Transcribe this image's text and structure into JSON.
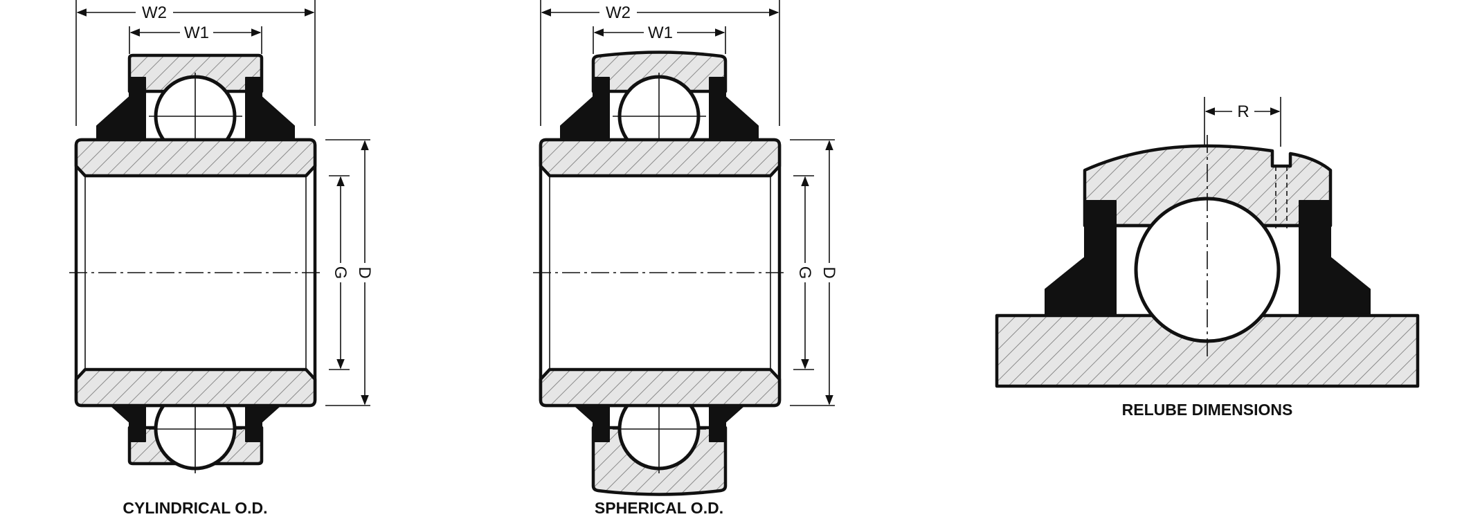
{
  "labels": {
    "w2": "W2",
    "w1": "W1",
    "g": "G",
    "d": "D",
    "r": "R"
  },
  "captions": {
    "cylindrical": "CYLINDRICAL O.D.",
    "spherical": "SPHERICAL O.D.",
    "relube": "RELUBE DIMENSIONS"
  },
  "colors": {
    "ink": "#111111",
    "hatch_stroke": "#8a8a8a",
    "hatch_background": "#e6e6e6"
  }
}
